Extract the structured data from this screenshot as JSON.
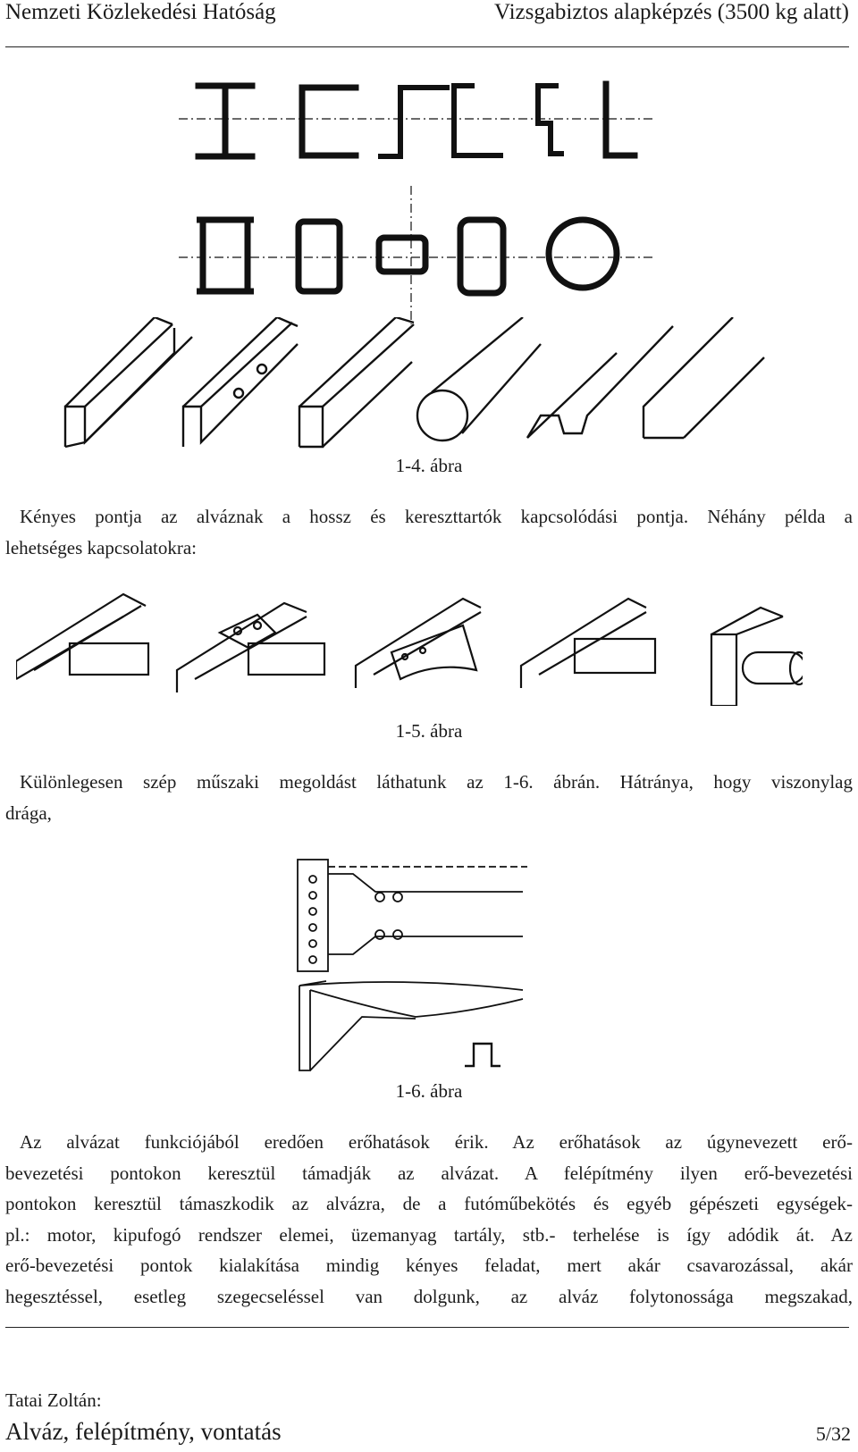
{
  "header": {
    "left": "Nemzeti Közlekedési Hatóság",
    "right": "Vizsgabiztos alapképzés (3500 kg alatt)"
  },
  "figures": {
    "fig4_caption": "1-4. ábra",
    "fig5_caption": "1-5. ábra",
    "fig6_caption": "1-6. ábra"
  },
  "paragraphs": {
    "p1": [
      "Kényes pontja az alváznak a hossz és kereszttartók kapcsolódási pontja. Néhány példa a",
      "lehetséges kapcsolatokra:"
    ],
    "p2": [
      "Különlegesen szép műszaki megoldást láthatunk az 1-6. ábrán. Hátránya, hogy viszonylag",
      "drága,"
    ],
    "p3": [
      "Az alvázat funkciójából eredően erőhatások érik. Az erőhatások az úgynevezett erő-",
      "bevezetési pontokon keresztül támadják az alvázat. A felépítmény ilyen erő-bevezetési",
      "pontokon keresztül támaszkodik az alvázra, de a futóműbekötés és egyéb gépészeti egységek-",
      "pl.: motor, kipufogó rendszer elemei, üzemanyag tartály, stb.- terhelése is így adódik át. Az",
      "erő-bevezetési pontok kialakítása mindig kényes feladat, mert akár csavarozással, akár",
      "hegesztéssel, esetleg szegecseléssel van dolgunk, az alváz folytonossága megszakad,"
    ]
  },
  "footer": {
    "author": "Tatai Zoltán:",
    "title": "Alváz, felépítmény, vontatás",
    "page": "5/32"
  }
}
